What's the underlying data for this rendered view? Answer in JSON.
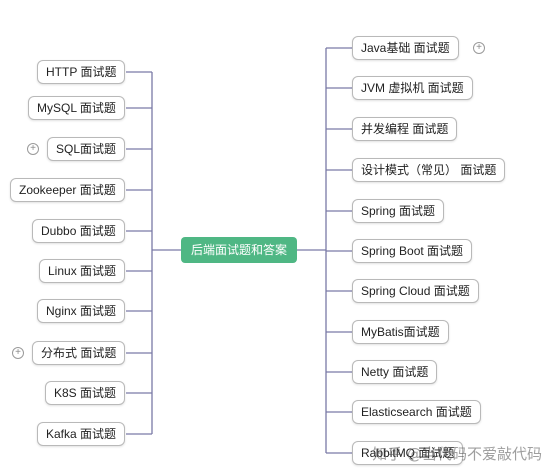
{
  "center": {
    "label": "后端面试题和答案"
  },
  "left_nodes": [
    {
      "label": "HTTP 面试题",
      "expand": false
    },
    {
      "label": "MySQL 面试题",
      "expand": false
    },
    {
      "label": "SQL面试题",
      "expand": true
    },
    {
      "label": "Zookeeper 面试题",
      "expand": false
    },
    {
      "label": "Dubbo 面试题",
      "expand": false
    },
    {
      "label": "Linux 面试题",
      "expand": false
    },
    {
      "label": "Nginx 面试题",
      "expand": false
    },
    {
      "label": "分布式 面试题",
      "expand": true
    },
    {
      "label": "K8S 面试题",
      "expand": false
    },
    {
      "label": "Kafka 面试题",
      "expand": false
    }
  ],
  "right_nodes": [
    {
      "label": "Java基础 面试题",
      "expand": true
    },
    {
      "label": "JVM 虚拟机 面试题",
      "expand": false
    },
    {
      "label": "并发编程 面试题",
      "expand": false
    },
    {
      "label": "设计模式（常见） 面试题",
      "expand": false
    },
    {
      "label": "Spring 面试题",
      "expand": false
    },
    {
      "label": "Spring Boot 面试题",
      "expand": false
    },
    {
      "label": "Spring Cloud 面试题",
      "expand": false
    },
    {
      "label": "MyBatis面试题",
      "expand": false
    },
    {
      "label": "Netty 面试题",
      "expand": false
    },
    {
      "label": "Elasticsearch 面试题",
      "expand": false
    },
    {
      "label": "RabbitMQ 面试题",
      "expand": false
    }
  ],
  "expand_symbol": "⊕",
  "watermark": "知乎 @当代码不爱敲代码",
  "colors": {
    "center_fill": "#4fb784",
    "branch": "#7a7aa6"
  }
}
